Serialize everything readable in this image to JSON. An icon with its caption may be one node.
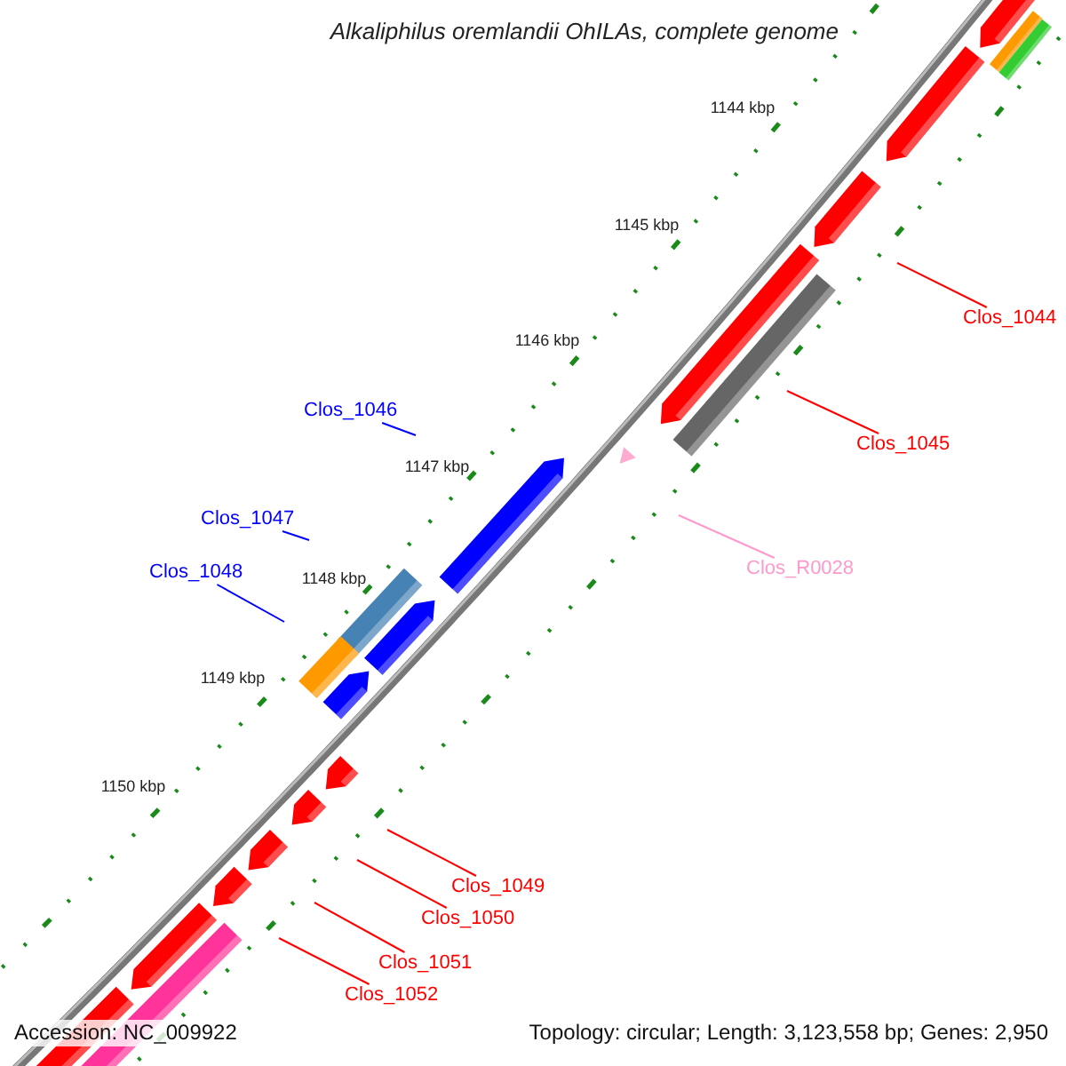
{
  "diagram": {
    "title": "Alkaliphilus oremlandii OhILAs, complete genome",
    "nodes": [
      {
        "text": [
          "Clos_1044"
        ]
      },
      {
        "text": [
          "Clos_1045"
        ]
      },
      {
        "text": [
          "Clos_R0028"
        ]
      },
      {
        "text": [
          "Clos_1046"
        ]
      },
      {
        "text": [
          "Clos_1047"
        ]
      },
      {
        "text": [
          "Clos_1048"
        ]
      },
      {
        "text": [
          "Clos_1049"
        ]
      },
      {
        "text": [
          "Clos_1050"
        ]
      },
      {
        "text": [
          "Clos_1051"
        ]
      },
      {
        "text": [
          "Clos_1052"
        ]
      }
    ],
    "edges": [
      {
        "from": 0,
        "to": null,
        "arrow": "none"
      },
      {
        "from": 1,
        "to": null,
        "arrow": "none"
      },
      {
        "from": 2,
        "to": null,
        "arrow": "none",
        "color": "#ff99cc"
      },
      {
        "from": 3,
        "to": null,
        "arrow": "none",
        "color": "#0000ff"
      },
      {
        "from": 4,
        "to": null,
        "arrow": "none",
        "color": "#0000ff"
      },
      {
        "from": 5,
        "to": null,
        "arrow": "none",
        "color": "#0000ff"
      },
      {
        "from": 6,
        "to": null,
        "arrow": "none"
      },
      {
        "from": 7,
        "to": null,
        "arrow": "none"
      },
      {
        "from": 8,
        "to": null,
        "arrow": "none"
      },
      {
        "from": 9,
        "to": null,
        "arrow": "none"
      }
    ],
    "labels": [
      "1144 kbp",
      "1145 kbp",
      "1146 kbp",
      "1147 kbp",
      "1148 kbp",
      "1149 kbp",
      "1150 kbp",
      "Accession: NC_009922",
      "Topology: circular; Length: 3,123,558 bp; Genes: 2,950"
    ]
  }
}
